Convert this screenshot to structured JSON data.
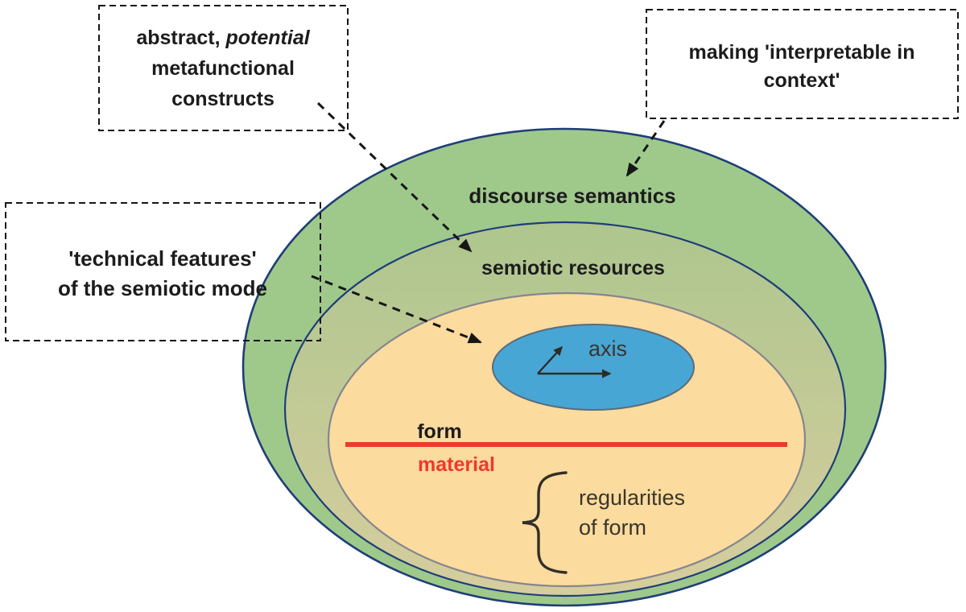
{
  "colors": {
    "outer_fill": "#9fc98b",
    "navy_stroke": "#1f3e78",
    "middle_fill_top": "#aec68e",
    "middle_fill_bottom": "#d6cd9e",
    "inner_fill": "#fbdb9e",
    "inner_stroke": "#85868e",
    "axis_fill": "#48a6d5",
    "axis_stroke": "#5b6c7a",
    "red": "#ee392d",
    "text_dark": "#1c1c1c",
    "text_soft": "#3a362c",
    "arrow_black": "#161616",
    "vector_color": "#2c2c26",
    "brace_color": "#332f26"
  },
  "callouts": {
    "metafunctional": {
      "line1_prefix": "abstract, ",
      "line1_italic": "potential",
      "line2": "metafunctional",
      "line3": "constructs"
    },
    "interpretable": {
      "line1": "making 'interpretable in",
      "line2": "context'"
    },
    "technical": {
      "line1": "'technical features'",
      "line2": "of the semiotic mode"
    }
  },
  "labels": {
    "outer_ellipse": "discourse semantics",
    "middle_ellipse": "semiotic resources",
    "axis": "axis",
    "form": "form",
    "material": "material",
    "regularities_line1": "regularities",
    "regularities_line2": "of form"
  }
}
